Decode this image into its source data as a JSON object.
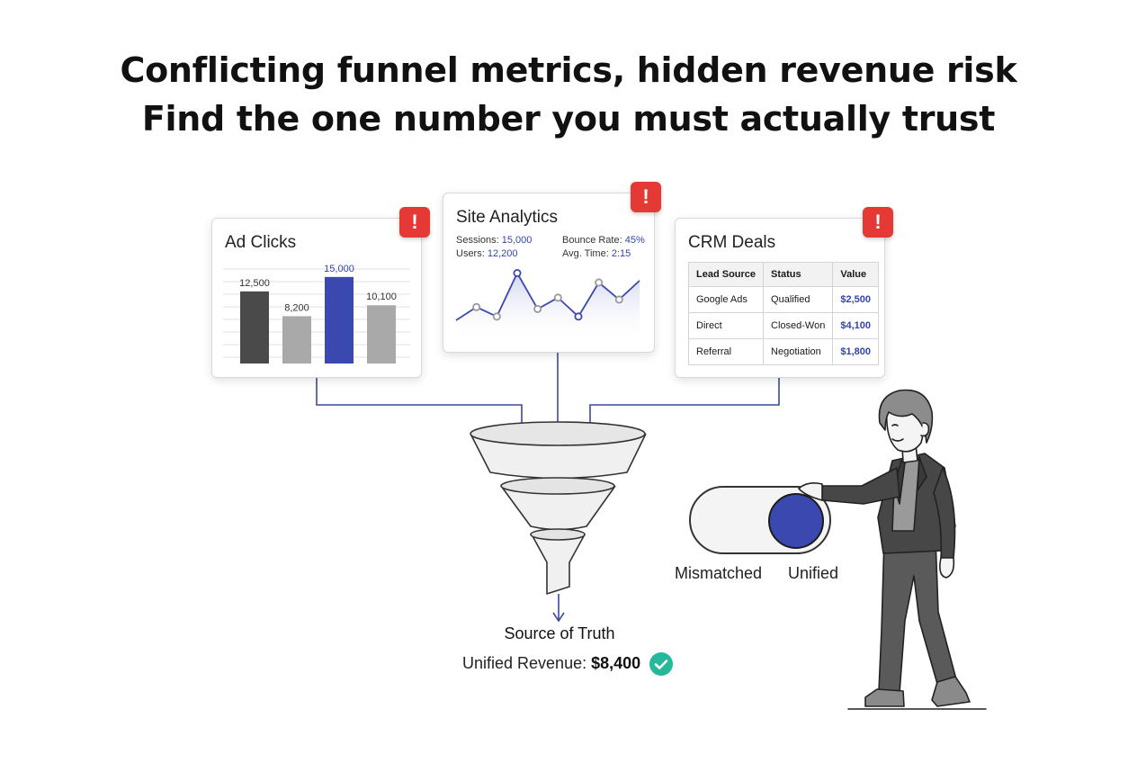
{
  "headline": {
    "line1": "Conflicting funnel metrics, hidden revenue risk",
    "line2": "Find the one number you must actually trust"
  },
  "ad_clicks": {
    "title": "Ad Clicks",
    "alert_symbol": "!",
    "accent_color": "#3b48b0"
  },
  "site_analytics": {
    "title": "Site Analytics",
    "alert_symbol": "!",
    "sessions_label": "Sessions:",
    "sessions_value": "15,000",
    "bounce_label": "Bounce Rate:",
    "bounce_value": "45%",
    "users_label": "Users:",
    "users_value": "12,200",
    "time_label": "Avg. Time:",
    "time_value": "2:15"
  },
  "crm_deals": {
    "title": "CRM Deals",
    "alert_symbol": "!",
    "columns": [
      "Lead Source",
      "Status",
      "Value"
    ],
    "rows": [
      [
        "Google Ads",
        "Qualified",
        "$2,500"
      ],
      [
        "Direct",
        "Closed-Won",
        "$4,100"
      ],
      [
        "Referral",
        "Negotiation",
        "$1,800"
      ]
    ]
  },
  "toggle": {
    "left_label": "Mismatched",
    "right_label": "Unified",
    "state": "Unified",
    "knob_color": "#3b48b0"
  },
  "result": {
    "title": "Source of Truth",
    "revenue_label": "Unified Revenue:",
    "revenue_value": "$8,400",
    "check_color": "#26b89a"
  },
  "chart_data": [
    {
      "type": "bar",
      "title": "Ad Clicks",
      "categories": [
        "",
        "",
        "",
        ""
      ],
      "values": [
        12500,
        8200,
        15000,
        10100
      ],
      "labels": [
        "12,500",
        "8,200",
        "15,000",
        "10,100"
      ],
      "colors": [
        "#4a4a4a",
        "#a9a9a9",
        "#3b48b0",
        "#a9a9a9"
      ],
      "highlight_index": 2,
      "ylim": [
        0,
        17000
      ],
      "grid": true
    },
    {
      "type": "line",
      "title": "Site Analytics",
      "values": [
        10,
        17,
        12,
        35,
        16,
        22,
        12,
        30,
        21,
        31
      ],
      "highlighted": [
        3,
        6
      ],
      "ylim": [
        0,
        40
      ],
      "grid": false
    }
  ]
}
